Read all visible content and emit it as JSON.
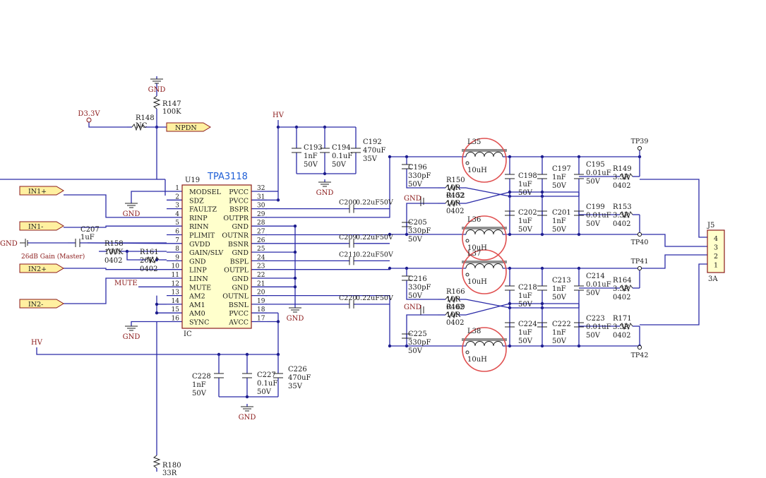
{
  "chip": {
    "title": "TPA3118",
    "ref": "U19",
    "type": "IC",
    "left_pins": [
      {
        "name": "MODSEL",
        "num": "1"
      },
      {
        "name": "SDZ",
        "num": "2"
      },
      {
        "name": "FAULTZ",
        "num": "3"
      },
      {
        "name": "RINP",
        "num": "4"
      },
      {
        "name": "RINN",
        "num": "5"
      },
      {
        "name": "PLIMIT",
        "num": "6"
      },
      {
        "name": "GVDD",
        "num": "7"
      },
      {
        "name": "GAIN/SLV",
        "num": "8"
      },
      {
        "name": "GND",
        "num": "9"
      },
      {
        "name": "LINP",
        "num": "10"
      },
      {
        "name": "LINN",
        "num": "11"
      },
      {
        "name": "MUTE",
        "num": "12"
      },
      {
        "name": "AM2",
        "num": "13"
      },
      {
        "name": "AM1",
        "num": "14"
      },
      {
        "name": "AM0",
        "num": "15"
      },
      {
        "name": "SYNC",
        "num": "16"
      }
    ],
    "right_pins": [
      {
        "name": "PVCC",
        "num": "32"
      },
      {
        "name": "PVCC",
        "num": "31"
      },
      {
        "name": "BSPR",
        "num": "30"
      },
      {
        "name": "OUTPR",
        "num": "29"
      },
      {
        "name": "GND",
        "num": "28"
      },
      {
        "name": "OUTNR",
        "num": "27"
      },
      {
        "name": "BSNR",
        "num": "26"
      },
      {
        "name": "GND",
        "num": "25"
      },
      {
        "name": "BSPL",
        "num": "24"
      },
      {
        "name": "OUTPL",
        "num": "23"
      },
      {
        "name": "GND",
        "num": "22"
      },
      {
        "name": "GND",
        "num": "21"
      },
      {
        "name": "OUTNL",
        "num": "20"
      },
      {
        "name": "BSNL",
        "num": "19"
      },
      {
        "name": "PVCC",
        "num": "18"
      },
      {
        "name": "AVCC",
        "num": "17"
      }
    ]
  },
  "ports": {
    "npdn": "NPDN",
    "in1p": "IN1+",
    "in1n": "IN1-",
    "in2p": "IN2+",
    "in2n": "IN2-"
  },
  "nets": {
    "gnd": "GND",
    "hv": "HV",
    "d33": "D3.3V",
    "mute": "MUTE",
    "gain_note": "26dB Gain (Master)"
  },
  "parts": {
    "r147": [
      "R147",
      "100K"
    ],
    "r148": [
      "R148",
      "NC"
    ],
    "c207": [
      "C207",
      "1uF"
    ],
    "r158": [
      "R158",
      "100K",
      "0402"
    ],
    "r161": [
      "R161",
      "20K",
      "0402"
    ],
    "r180": [
      "R180",
      "33R"
    ],
    "c193": [
      "C193",
      "1nF",
      "50V"
    ],
    "c194": [
      "C194",
      "0.1uF",
      "50V"
    ],
    "c192": [
      "C192",
      "470uF",
      "35V"
    ],
    "c200": [
      "C200",
      "0.22uF50V"
    ],
    "c209": [
      "C209",
      "0.22uF50V"
    ],
    "c211": [
      "C211",
      "0.22uF50V"
    ],
    "c220": [
      "C220",
      "0.22uF50V"
    ],
    "c196": [
      "C196",
      "330pF",
      "50V"
    ],
    "r150": [
      "R150",
      "10R",
      "0402"
    ],
    "c205": [
      "C205",
      "330pF",
      "50V"
    ],
    "r152": [
      "R152",
      "10R",
      "0402"
    ],
    "c216": [
      "C216",
      "330pF",
      "50V"
    ],
    "r166": [
      "R166",
      "10R",
      "0402"
    ],
    "c225": [
      "C225",
      "330pF",
      "50V"
    ],
    "r169": [
      "R169",
      "10R",
      "0402"
    ],
    "l35": [
      "L35",
      "10uH"
    ],
    "l36": [
      "L36",
      "10uH"
    ],
    "l37": [
      "L37",
      "10uH"
    ],
    "l38": [
      "L38",
      "10uH"
    ],
    "c198": [
      "C198",
      "1uF",
      "50V"
    ],
    "c197": [
      "C197",
      "1nF",
      "50V"
    ],
    "c202": [
      "C202",
      "1uF",
      "50V"
    ],
    "c201": [
      "C201",
      "1nF",
      "50V"
    ],
    "c218": [
      "C218",
      "1uF",
      "50V"
    ],
    "c213": [
      "C213",
      "1nF",
      "50V"
    ],
    "c224": [
      "C224",
      "1uF",
      "50V"
    ],
    "c222": [
      "C222",
      "1nF",
      "50V"
    ],
    "c195": [
      "C195",
      "0.01uF",
      "50V"
    ],
    "c199": [
      "C199",
      "0.01uF",
      "50V"
    ],
    "c214": [
      "C214",
      "0.01uF",
      "50V"
    ],
    "c223": [
      "C223",
      "0.01uF",
      "50V"
    ],
    "r149": [
      "R149",
      "3.3R",
      "0402"
    ],
    "r153": [
      "R153",
      "3.3R",
      "0402"
    ],
    "r164": [
      "R164",
      "3.3R",
      "0402"
    ],
    "r171": [
      "R171",
      "3.3R",
      "0402"
    ],
    "c228": [
      "C228",
      "1nF",
      "50V"
    ],
    "c227": [
      "C227",
      "0.1uF",
      "50V"
    ],
    "c226": [
      "C226",
      "470uF",
      "35V"
    ]
  },
  "testpoints": {
    "tp39": "TP39",
    "tp40": "TP40",
    "tp41": "TP41",
    "tp42": "TP42"
  },
  "connector": {
    "ref": "J5",
    "rating": "3A",
    "pins": [
      "4",
      "3",
      "2",
      "1"
    ]
  },
  "colors": {
    "wire": "#2b2ba8",
    "port_fill": "#fff0a0",
    "port_stroke": "#8b1a1a",
    "red_text": "#8b1a1a",
    "highlight": "#e05050",
    "title": "#1f5fd6"
  }
}
